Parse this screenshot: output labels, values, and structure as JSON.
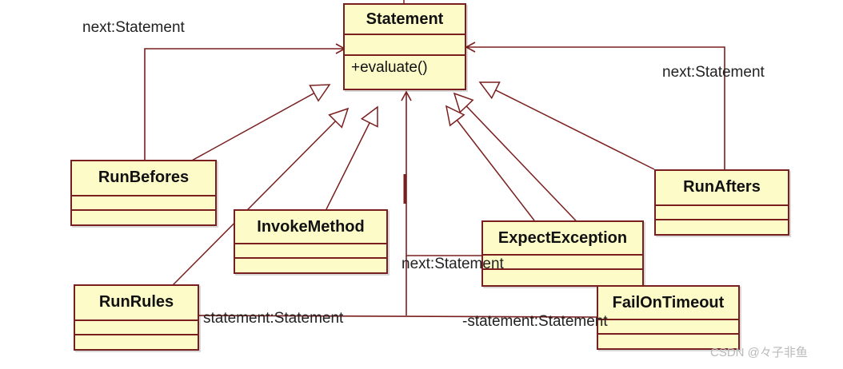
{
  "classes": {
    "statement": {
      "name": "Statement",
      "method": "+evaluate()"
    },
    "run_befores": {
      "name": "RunBefores"
    },
    "invoke_method": {
      "name": "InvokeMethod"
    },
    "run_rules": {
      "name": "RunRules"
    },
    "expect_exception": {
      "name": "ExpectException"
    },
    "fail_on_timeout": {
      "name": "FailOnTimeout"
    },
    "run_afters": {
      "name": "RunAfters"
    }
  },
  "labels": {
    "next_left": "next:Statement",
    "next_right": "next:Statement",
    "next_middle": "next:Statement",
    "statement_left": "statement:Statement",
    "statement_right": "-statement:Statement"
  },
  "watermark": "CSDN @々子非鱼",
  "colors": {
    "line": "#7a1f1f",
    "box_fill": "#fdfbc8"
  }
}
